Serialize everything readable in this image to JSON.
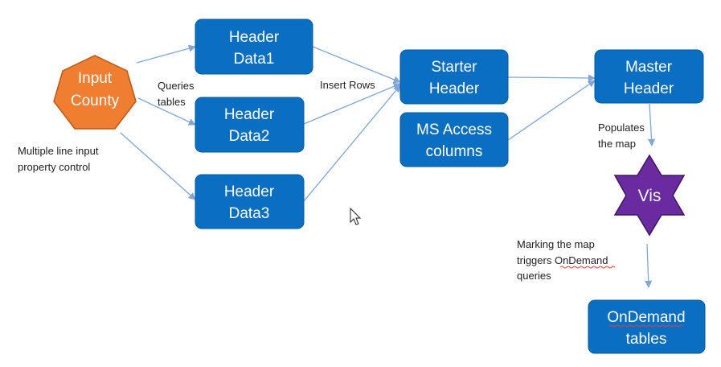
{
  "colors": {
    "box": "#0a6fc2",
    "box_stroke": "#075a9e",
    "input_shape": "#ef7e31",
    "vis_shape": "#6a2aa0",
    "arrow": "#7ea6d8"
  },
  "nodes": {
    "input_county": {
      "line1": "Input",
      "line2": "County"
    },
    "header_data1": {
      "line1": "Header",
      "line2": "Data1"
    },
    "header_data2": {
      "line1": "Header",
      "line2": "Data2"
    },
    "header_data3": {
      "line1": "Header",
      "line2": "Data3"
    },
    "starter_header": {
      "line1": "Starter",
      "line2": "Header"
    },
    "ms_access_columns": {
      "line1": "MS Access",
      "line2": "columns"
    },
    "master_header": {
      "line1": "Master",
      "line2": "Header"
    },
    "vis": {
      "label": "Vis"
    },
    "ondemand_tables": {
      "line1": "OnDemand",
      "line2": "tables"
    }
  },
  "notes": {
    "multiple_line": {
      "line1": "Multiple line input",
      "line2": "property control"
    },
    "queries_tables": {
      "line1": "Queries",
      "line2": "tables"
    },
    "insert_rows": {
      "line1": "Insert Rows"
    },
    "populates": {
      "line1": "Populates",
      "line2": "the map"
    },
    "marking": {
      "line1": "Marking the map",
      "line2": "triggers OnDemand",
      "line3": "queries"
    }
  }
}
